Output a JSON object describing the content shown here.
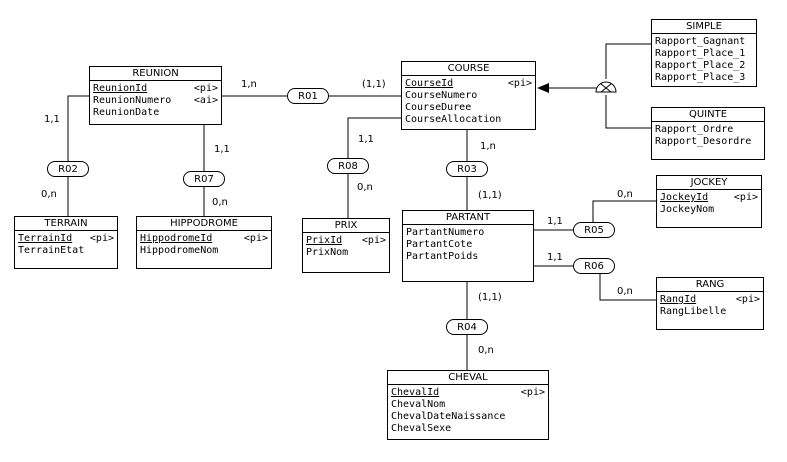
{
  "entities": {
    "reunion": {
      "title": "REUNION",
      "rows": [
        {
          "label": "ReunionId",
          "tag": "<pi>"
        },
        {
          "label": "ReunionNumero",
          "tag": "<ai>"
        },
        {
          "label": "ReunionDate",
          "tag": ""
        }
      ]
    },
    "course": {
      "title": "COURSE",
      "rows": [
        {
          "label": "CourseId",
          "tag": "<pi>"
        },
        {
          "label": "CourseNumero",
          "tag": ""
        },
        {
          "label": "CourseDuree",
          "tag": ""
        },
        {
          "label": "CourseAllocation",
          "tag": ""
        }
      ]
    },
    "simple": {
      "title": "SIMPLE",
      "rows": [
        {
          "label": "Rapport_Gagnant"
        },
        {
          "label": "Rapport_Place_1"
        },
        {
          "label": "Rapport_Place_2"
        },
        {
          "label": "Rapport_Place_3"
        }
      ]
    },
    "quinte": {
      "title": "QUINTE",
      "rows": [
        {
          "label": "Rapport_Ordre"
        },
        {
          "label": "Rapport_Desordre"
        }
      ]
    },
    "terrain": {
      "title": "TERRAIN",
      "rows": [
        {
          "label": "TerrainId",
          "tag": "<pi>"
        },
        {
          "label": "TerrainEtat",
          "tag": ""
        }
      ]
    },
    "hippodrome": {
      "title": "HIPPODROME",
      "rows": [
        {
          "label": "HippodromeId",
          "tag": "<pi>"
        },
        {
          "label": "HippodromeNom",
          "tag": ""
        }
      ]
    },
    "prix": {
      "title": "PRIX",
      "rows": [
        {
          "label": "PrixId",
          "tag": "<pi>"
        },
        {
          "label": "PrixNom",
          "tag": ""
        }
      ]
    },
    "partant": {
      "title": "PARTANT",
      "rows": [
        {
          "label": "PartantNumero"
        },
        {
          "label": "PartantCote"
        },
        {
          "label": "PartantPoids"
        }
      ]
    },
    "jockey": {
      "title": "JOCKEY",
      "rows": [
        {
          "label": "JockeyId",
          "tag": "<pi>"
        },
        {
          "label": "JockeyNom",
          "tag": ""
        }
      ]
    },
    "rang": {
      "title": "RANG",
      "rows": [
        {
          "label": "RangId",
          "tag": "<pi>"
        },
        {
          "label": "RangLibelle",
          "tag": ""
        }
      ]
    },
    "cheval": {
      "title": "CHEVAL",
      "rows": [
        {
          "label": "ChevalId",
          "tag": "<pi>"
        },
        {
          "label": "ChevalNom",
          "tag": ""
        },
        {
          "label": "ChevalDateNaissance",
          "tag": ""
        },
        {
          "label": "ChevalSexe",
          "tag": ""
        }
      ]
    }
  },
  "relations": {
    "r01": "R01",
    "r02": "R02",
    "r03": "R03",
    "r04": "R04",
    "r05": "R05",
    "r06": "R06",
    "r07": "R07",
    "r08": "R08"
  },
  "cardinalities": {
    "reunion_r01": "1,n",
    "course_r01": "(1,1)",
    "reunion_r02": "1,1",
    "terrain_r02": "0,n",
    "reunion_r07": "1,1",
    "hippodrome_r07": "0,n",
    "course_r08": "1,1",
    "prix_r08": "0,n",
    "course_r03": "1,n",
    "partant_r03": "(1,1)",
    "partant_r04": "(1,1)",
    "cheval_r04": "0,n",
    "partant_r05": "1,1",
    "jockey_r05": "0,n",
    "partant_r06": "1,1",
    "rang_r06": "0,n"
  }
}
